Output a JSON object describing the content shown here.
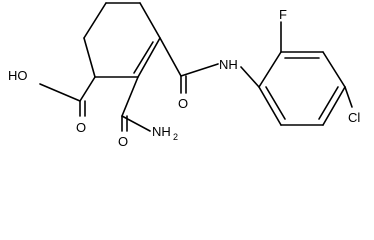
{
  "molecule": {
    "labels": {
      "hydroxyl": "HO",
      "carbonyl_acid": "O",
      "carbonyl_amide_top": "O",
      "amine_nh": "NH",
      "fluorine": "F",
      "chlorine": "Cl",
      "carbonyl_amide_bottom": "O",
      "amide_nh2": "NH",
      "nh2_subscript": "2"
    }
  }
}
